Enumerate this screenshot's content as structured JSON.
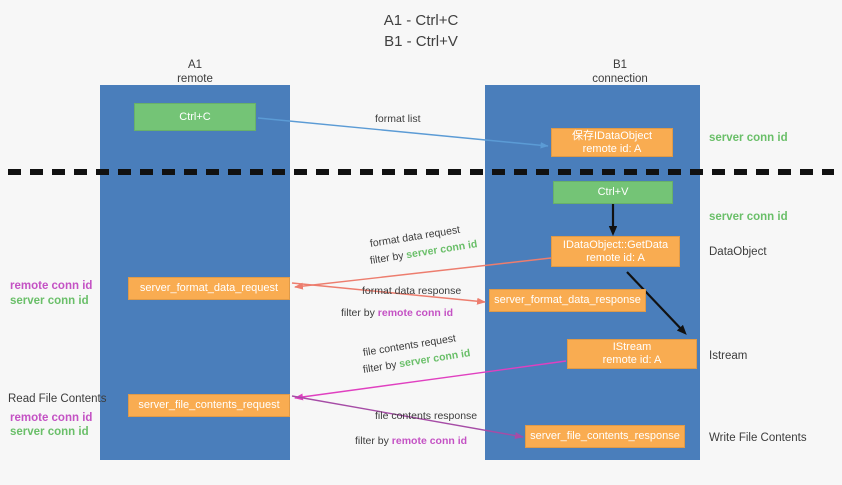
{
  "title": {
    "line1": "A1 - Ctrl+C",
    "line2": "B1 - Ctrl+V"
  },
  "lanes": [
    {
      "id": "a1",
      "name": "A1",
      "sub": "remote"
    },
    {
      "id": "b1",
      "name": "B1",
      "sub": "connection"
    }
  ],
  "boxes": {
    "ctrl_c": {
      "label": "Ctrl+C"
    },
    "save_idataobject": {
      "line1": "保存IDataObject",
      "line2": "remote id: A"
    },
    "ctrl_v": {
      "label": "Ctrl+V"
    },
    "getdata": {
      "line1": "IDataObject::GetData",
      "line2": "remote id: A"
    },
    "istream": {
      "line1": "IStream",
      "line2": "remote id: A"
    },
    "server_format_data_request": {
      "label": "server_format_data_request"
    },
    "server_format_data_response": {
      "label": "server_format_data_response"
    },
    "server_file_contents_request": {
      "label": "server_file_contents_request"
    },
    "server_file_contents_response": {
      "label": "server_file_contents_response"
    }
  },
  "right_labels": {
    "server_conn_id_top": "server conn id",
    "server_conn_id_mid": "server conn id",
    "dataobject": "DataObject",
    "istream": "Istream",
    "write_file_contents": "Write File Contents"
  },
  "left_labels": {
    "remote_conn_id_1": "remote conn id",
    "server_conn_id_1": "server conn id",
    "read_file_contents": "Read File Contents",
    "remote_conn_id_2": "remote conn id",
    "server_conn_id_2": "server conn id"
  },
  "connectors": {
    "format_list": {
      "caption": "format list"
    },
    "format_data_request": {
      "caption": "format data request",
      "filter_prefix": "filter by ",
      "filter_key": "server conn id"
    },
    "format_data_response": {
      "caption": "format data response",
      "filter_prefix": "filter by ",
      "filter_key": "remote conn id"
    },
    "file_contents_request": {
      "caption": "file contents request",
      "filter_prefix": "filter by ",
      "filter_key": "server conn id"
    },
    "file_contents_response": {
      "caption": "file contents response",
      "filter_prefix": "filter by ",
      "filter_key": "remote conn id"
    }
  },
  "colors": {
    "lane": "#4a7ebb",
    "green_box": "#74c476",
    "orange_box": "#f9ac51",
    "green_text": "#6abf69",
    "purple_text": "#c452c4",
    "arrow_blue": "#5b9bd5",
    "arrow_red": "#ed7d6e",
    "arrow_magenta": "#e040c0",
    "arrow_purple": "#a64ca6",
    "arrow_black": "#111111",
    "background": "#f7f7f7"
  }
}
